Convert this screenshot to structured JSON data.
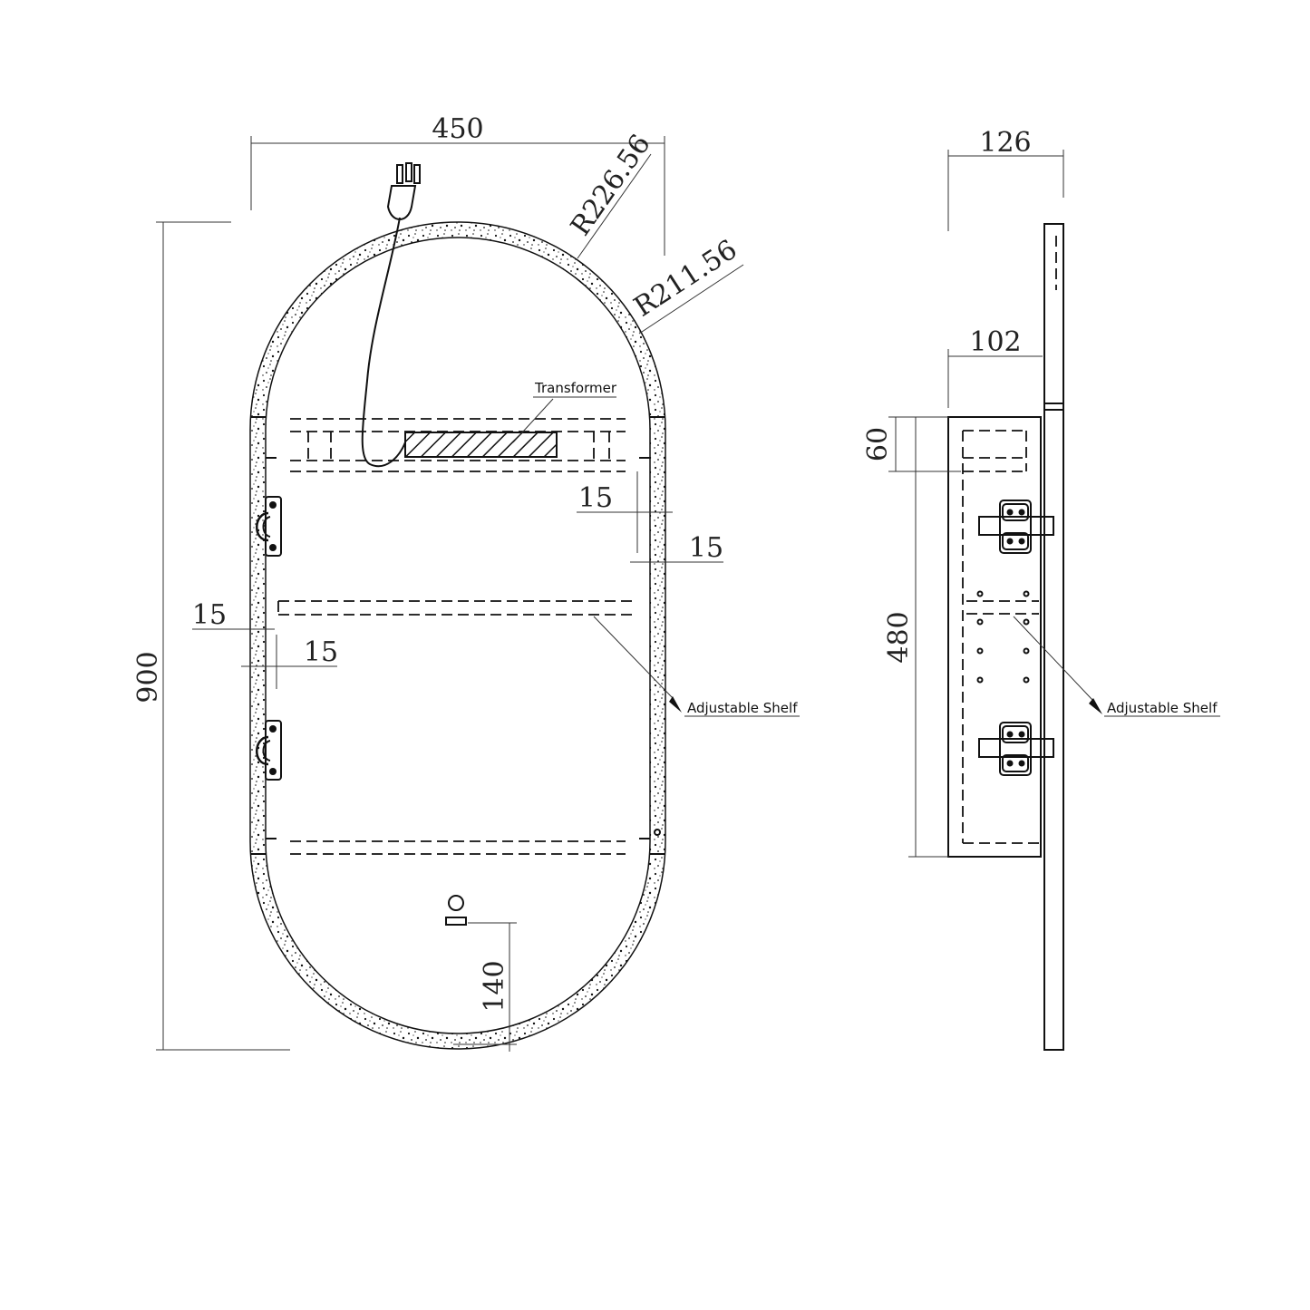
{
  "front_view": {
    "width_label": "450",
    "height_label": "900",
    "outer_radius_label": "R226.56",
    "inner_radius_label": "R211.56",
    "frame_right_outer_label": "15",
    "frame_right_inner_label": "15",
    "frame_left_outer_label": "15",
    "frame_left_inner_label": "15",
    "sensor_height_label": "140",
    "transformer_label": "Transformer",
    "shelf_label": "Adjustable Shelf"
  },
  "side_view": {
    "total_depth_label": "126",
    "cabinet_depth_label": "102",
    "top_compartment_label": "60",
    "cabinet_height_label": "480",
    "shelf_label": "Adjustable Shelf"
  },
  "colors": {
    "line": "#111111",
    "background": "#ffffff"
  }
}
